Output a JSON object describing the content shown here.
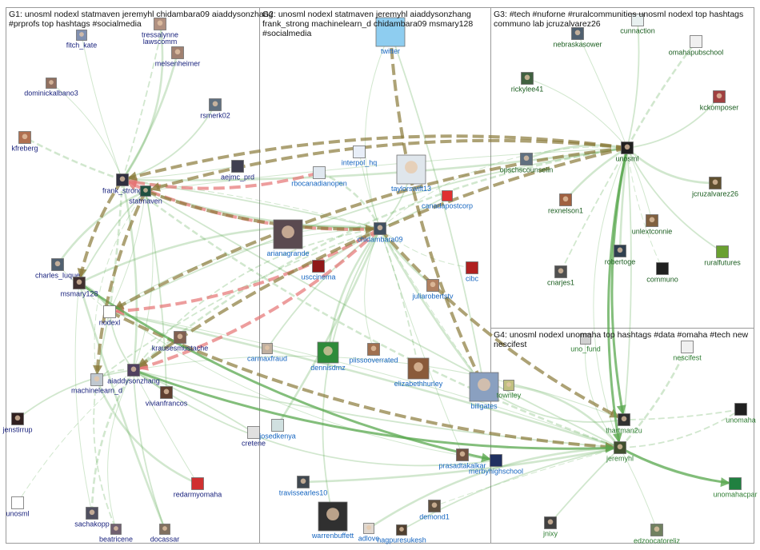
{
  "groups": [
    {
      "id": "G1",
      "lines": [
        "G1: unosml nodexl statmaven jeremyhl chidambara09 aiaddysonzhang",
        "#prprofs top hashtags #socialmedia"
      ]
    },
    {
      "id": "G2",
      "lines": [
        "G2: unosml nodexl statmaven jeremyhl aiaddysonzhang",
        "frank_strong machinelearn_d chidambara09 msmary128",
        "#socialmedia"
      ]
    },
    {
      "id": "G3",
      "lines": [
        "G3: #tech #nuforne #ruralcommunities unosml nodexl top hashtags",
        "communo lab jcruzalvarez26"
      ]
    },
    {
      "id": "G4",
      "lines": [
        "G4: unosml nodexl unomaha top hashtags #data #omaha #tech new",
        "nescifest"
      ]
    }
  ],
  "colors": {
    "g1_label": "#1a237e",
    "g2_label": "#1565c0",
    "g3_label": "#1b5e20",
    "g4_label": "#2e7d32",
    "edge_green": "#5aa84f",
    "edge_brown": "#8a7a3a",
    "edge_red": "#e57373",
    "frame": "#9a9a9a"
  },
  "nodes": [
    {
      "label": "tressalynne",
      "icon": "tressalynne-avatar",
      "group": "G1",
      "img": "#b09080"
    },
    {
      "label": "fitch_kate",
      "icon": "fitch_kate-avatar",
      "group": "G1",
      "img": "#8090b0"
    },
    {
      "label": "lawscomm",
      "icon": "lawscomm-avatar",
      "group": "G1",
      "img": "#c0a080"
    },
    {
      "label": "melsenheimer",
      "icon": "melsenheimer-avatar",
      "group": "G1",
      "img": "#a08070"
    },
    {
      "label": "dominickalbano3",
      "icon": "dominickalbano3-avatar",
      "group": "G1",
      "img": "#907060"
    },
    {
      "label": "rsmerk02",
      "icon": "rsmerk02-avatar",
      "group": "G1",
      "img": "#607080"
    },
    {
      "label": "kfreberg",
      "icon": "kfreberg-avatar",
      "group": "G1",
      "img": "#b07050"
    },
    {
      "label": "aejmc_prd",
      "icon": "aejmc_prd-logo",
      "group": "G1",
      "img": "#404050"
    },
    {
      "label": "frank_strong",
      "icon": "frank_strong-avatar",
      "group": "G1",
      "img": "#303040"
    },
    {
      "label": "statmaven",
      "icon": "statmaven-avatar",
      "group": "G1",
      "img": "#205040"
    },
    {
      "label": "charles_luque",
      "icon": "charles_luque-avatar",
      "group": "G1",
      "img": "#506070"
    },
    {
      "label": "msmary128",
      "icon": "msmary128-avatar",
      "group": "G1",
      "img": "#403030"
    },
    {
      "label": "nodexl",
      "icon": "nodexl-logo",
      "group": "G1",
      "img": "#ffffff"
    },
    {
      "label": "krausesmustache",
      "icon": "krausesmustache-avatar",
      "group": "G1",
      "img": "#806050"
    },
    {
      "label": "aiaddysonzhang",
      "icon": "aiaddysonzhang-avatar",
      "group": "G1",
      "img": "#504060"
    },
    {
      "label": "machinelearn_d",
      "icon": "machinelearn_d-avatar",
      "group": "G1",
      "img": "#c0c8d0"
    },
    {
      "label": "vivianfrancos",
      "icon": "vivianfrancos-avatar",
      "group": "G1",
      "img": "#604030"
    },
    {
      "label": "jenstirrup",
      "icon": "jenstirrup-avatar",
      "group": "G1",
      "img": "#302020"
    },
    {
      "label": "cretene",
      "icon": "cretene-logo",
      "group": "G1",
      "img": "#e0e0e0"
    },
    {
      "label": "redarmyomaha",
      "icon": "redarmyomaha-logo",
      "group": "G1",
      "img": "#d03030"
    },
    {
      "label": "unosml",
      "icon": "unosml-outline",
      "group": "G1",
      "img": "#ffffff"
    },
    {
      "label": "sachakopp",
      "icon": "sachakopp-avatar",
      "group": "G1",
      "img": "#505060"
    },
    {
      "label": "beatricene",
      "icon": "beatricene-avatar",
      "group": "G1",
      "img": "#706070"
    },
    {
      "label": "docassar",
      "icon": "docassar-avatar",
      "group": "G1",
      "img": "#807060"
    },
    {
      "label": "twitter",
      "icon": "twitter-bird-icon",
      "group": "G2",
      "img": "#8ecdf0"
    },
    {
      "label": "rbocanadianopen",
      "icon": "rbocanadianopen-logo",
      "group": "G2",
      "img": "#e0e8f0"
    },
    {
      "label": "interpol_hq",
      "icon": "interpol_hq-logo",
      "group": "G2",
      "img": "#e8eef8"
    },
    {
      "label": "taylorswift13",
      "icon": "taylorswift13-avatar",
      "group": "G2",
      "img": "#dfe6ec"
    },
    {
      "label": "canadapostcorp",
      "icon": "canadapostcorp-logo",
      "group": "G2",
      "img": "#e03030"
    },
    {
      "label": "arianagrande",
      "icon": "arianagrande-avatar",
      "group": "G2",
      "img": "#5a4a50"
    },
    {
      "label": "chidambara09",
      "icon": "chidambara09-avatar",
      "group": "G2",
      "img": "#405060"
    },
    {
      "label": "usccinema",
      "icon": "usccinema-logo",
      "group": "G2",
      "img": "#901818"
    },
    {
      "label": "cibc",
      "icon": "cibc-logo",
      "group": "G2",
      "img": "#b02020"
    },
    {
      "label": "juliarobertstv",
      "icon": "juliarobertstv-avatar",
      "group": "G2",
      "img": "#b08060"
    },
    {
      "label": "carmaxfraud",
      "icon": "carmaxfraud-avatar",
      "group": "G2",
      "img": "#c0b0a0"
    },
    {
      "label": "dennisdmz",
      "icon": "dennisdmz-avatar",
      "group": "G2",
      "img": "#2e8b3a"
    },
    {
      "label": "piissooverrated",
      "icon": "piissooverrated-avatar",
      "group": "G2",
      "img": "#a07050"
    },
    {
      "label": "elizabethhurley",
      "icon": "elizabethhurley-avatar",
      "group": "G2",
      "img": "#8a5a3a"
    },
    {
      "label": "billgates",
      "icon": "billgates-avatar",
      "group": "G2",
      "img": "#8aa0c0"
    },
    {
      "label": "josedkenya",
      "icon": "josedkenya-logo",
      "group": "G2",
      "img": "#d0e0e0"
    },
    {
      "label": "prasadtakalkar",
      "icon": "prasadtakalkar-avatar",
      "group": "G2",
      "img": "#705040"
    },
    {
      "label": "travissearles10",
      "icon": "travissearles10-avatar",
      "group": "G2",
      "img": "#404850"
    },
    {
      "label": "demond1",
      "icon": "demond1-avatar",
      "group": "G2",
      "img": "#605040"
    },
    {
      "label": "warrenbuffett",
      "icon": "warrenbuffett-avatar",
      "group": "G2",
      "img": "#303030"
    },
    {
      "label": "adlove",
      "icon": "adlove-avatar",
      "group": "G2",
      "img": "#e0d8d0"
    },
    {
      "label": "nagpuresukesh",
      "icon": "nagpuresukesh-avatar",
      "group": "G2",
      "img": "#504030"
    },
    {
      "label": "merbyhighschool",
      "icon": "merbyhighschool-logo",
      "group": "G2",
      "img": "#203060"
    },
    {
      "label": "cunnaction",
      "icon": "cunnaction-logo",
      "group": "G3",
      "img": "#e8f0f0"
    },
    {
      "label": "nebraskasower",
      "icon": "nebraskasower-avatar",
      "group": "G3",
      "img": "#506070"
    },
    {
      "label": "omahapubschool",
      "icon": "omahapubschool-logo",
      "group": "G3",
      "img": "#f0f0f0"
    },
    {
      "label": "rickylee41",
      "icon": "rickylee41-avatar",
      "group": "G3",
      "img": "#406040"
    },
    {
      "label": "kckomposer",
      "icon": "kckomposer-avatar",
      "group": "G3",
      "img": "#a04040"
    },
    {
      "label": "opschscounselin",
      "icon": "opschscounselin-avatar",
      "group": "G3",
      "img": "#607080"
    },
    {
      "label": "unosml",
      "icon": "unosml-avatar",
      "group": "G3",
      "img": "#202020"
    },
    {
      "label": "jcruzalvarez26",
      "icon": "jcruzalvarez26-avatar",
      "group": "G3",
      "img": "#605030"
    },
    {
      "label": "rexnelson1",
      "icon": "rexnelson1-avatar",
      "group": "G3",
      "img": "#a06040"
    },
    {
      "label": "unlextconnie",
      "icon": "unlextconnie-avatar",
      "group": "G3",
      "img": "#806040"
    },
    {
      "label": "robertoge",
      "icon": "robertoge-avatar",
      "group": "G3",
      "img": "#304050"
    },
    {
      "label": "ruralfutures",
      "icon": "ruralfutures-logo",
      "group": "G3",
      "img": "#6aa030"
    },
    {
      "label": "cnarjes1",
      "icon": "cnarjes1-avatar",
      "group": "G3",
      "img": "#505050"
    },
    {
      "label": "communo",
      "icon": "communo-logo",
      "group": "G3",
      "img": "#202020"
    },
    {
      "label": "uno_fund",
      "icon": "uno_fund-logo",
      "group": "G4",
      "img": "#d0d0d0"
    },
    {
      "label": "nescifest",
      "icon": "nescifest-logo",
      "group": "G4",
      "img": "#f0f0f0"
    },
    {
      "label": "townley",
      "icon": "townley-avatar",
      "group": "G4",
      "img": "#c0c080"
    },
    {
      "label": "unomaha",
      "icon": "unomaha-logo",
      "group": "G4",
      "img": "#202020"
    },
    {
      "label": "thartman2u",
      "icon": "thartman2u-avatar",
      "group": "G4",
      "img": "#303030"
    },
    {
      "label": "jeremyhl",
      "icon": "jeremyhl-avatar",
      "group": "G4",
      "img": "#405030"
    },
    {
      "label": "unomahacpar",
      "icon": "unomahacpar-logo",
      "group": "G4",
      "img": "#208040"
    },
    {
      "label": "jnixy",
      "icon": "jnixy-avatar",
      "group": "G4",
      "img": "#404040"
    },
    {
      "label": "edzoocatoreliz",
      "icon": "edzoocatoreliz-avatar",
      "group": "G4",
      "img": "#708060"
    }
  ],
  "edges": [
    [
      "frank_strong",
      "chidambara09"
    ],
    [
      "chidambara09",
      "frank_strong"
    ],
    [
      "statmaven",
      "chidambara09"
    ],
    [
      "chidambara09",
      "nodexl"
    ],
    [
      "chidambara09",
      "aiaddysonzhang"
    ],
    [
      "unosml",
      "frank_strong"
    ],
    [
      "unosml",
      "statmaven"
    ],
    [
      "unosml",
      "nodexl"
    ],
    [
      "unosml",
      "aiaddysonzhang"
    ],
    [
      "unosml",
      "jeremyhl"
    ],
    [
      "unosml",
      "thartman2u"
    ],
    [
      "unosml",
      "robertoge"
    ],
    [
      "unosml",
      "communo"
    ],
    [
      "unosml",
      "ruralfutures"
    ],
    [
      "unosml",
      "jcruzalvarez26"
    ],
    [
      "unosml",
      "unlextconnie"
    ],
    [
      "unosml",
      "cnarjes1"
    ],
    [
      "unosml",
      "rexnelson1"
    ],
    [
      "unosml",
      "rickylee41"
    ],
    [
      "unosml",
      "kckomposer"
    ],
    [
      "unosml",
      "omahapubschool"
    ],
    [
      "unosml",
      "nebraskasower"
    ],
    [
      "unosml",
      "cunnaction"
    ],
    [
      "unosml",
      "opschscounselin"
    ],
    [
      "unosml",
      "chidambara09"
    ],
    [
      "jeremyhl",
      "aiaddysonzhang"
    ],
    [
      "jeremyhl",
      "nodexl"
    ],
    [
      "jeremyhl",
      "unomahacpar"
    ],
    [
      "jeremyhl",
      "unomaha"
    ],
    [
      "jeremyhl",
      "townley"
    ],
    [
      "jeremyhl",
      "edzoocatoreliz"
    ],
    [
      "jeremyhl",
      "jnixy"
    ],
    [
      "jeremyhl",
      "nescifest"
    ],
    [
      "thartman2u",
      "aiaddysonzhang"
    ],
    [
      "billgates",
      "thartman2u"
    ],
    [
      "billgates",
      "chidambara09"
    ],
    [
      "chidambara09",
      "billgates"
    ],
    [
      "chidambara09",
      "carmaxfraud"
    ],
    [
      "chidambara09",
      "dennisdmz"
    ],
    [
      "chidambara09",
      "piissooverrated"
    ],
    [
      "chidambara09",
      "elizabethhurley"
    ],
    [
      "chidambara09",
      "usccinema"
    ],
    [
      "chidambara09",
      "arianagrande"
    ],
    [
      "chidambara09",
      "taylorswift13"
    ],
    [
      "chidambara09",
      "rbocanadianopen"
    ],
    [
      "chidambara09",
      "interpol_hq"
    ],
    [
      "chidambara09",
      "canadapostcorp"
    ],
    [
      "chidambara09",
      "juliarobertstv"
    ],
    [
      "chidambara09",
      "cibc"
    ],
    [
      "chidambara09",
      "warrenbuffett"
    ],
    [
      "chidambara09",
      "josedkenya"
    ],
    [
      "chidambara09",
      "prasadtakalkar"
    ],
    [
      "chidambara09",
      "machinelearn_d"
    ],
    [
      "chidambara09",
      "msmary128"
    ],
    [
      "twitter",
      "chidambara09"
    ],
    [
      "twitter",
      "billgates"
    ],
    [
      "nodexl",
      "frank_strong"
    ],
    [
      "nodexl",
      "statmaven"
    ],
    [
      "nodexl",
      "aiaddysonzhang"
    ],
    [
      "nodexl",
      "msmary128"
    ],
    [
      "nodexl",
      "charles_luque"
    ],
    [
      "nodexl",
      "machinelearn_d"
    ],
    [
      "aiaddysonzhang",
      "frank_strong"
    ],
    [
      "aiaddysonzhang",
      "statmaven"
    ],
    [
      "aiaddysonzhang",
      "machinelearn_d"
    ],
    [
      "aiaddysonzhang",
      "vivianfrancos"
    ],
    [
      "aiaddysonzhang",
      "redarmyomaha"
    ],
    [
      "aiaddysonzhang",
      "docassar"
    ],
    [
      "aiaddysonzhang",
      "sachakopp"
    ],
    [
      "aiaddysonzhang",
      "beatricene"
    ],
    [
      "aiaddysonzhang",
      "cretene"
    ],
    [
      "aiaddysonzhang",
      "krausesmustache"
    ],
    [
      "aiaddysonzhang",
      "unosml_g1"
    ],
    [
      "aiaddysonzhang",
      "jenstirrup"
    ],
    [
      "frank_strong",
      "tressalynne"
    ],
    [
      "frank_strong",
      "fitch_kate"
    ],
    [
      "frank_strong",
      "lawscomm"
    ],
    [
      "frank_strong",
      "melsenheimer"
    ],
    [
      "frank_strong",
      "dominickalbano3"
    ],
    [
      "frank_strong",
      "rsmerk02"
    ],
    [
      "frank_strong",
      "kfreberg"
    ],
    [
      "frank_strong",
      "aejmc_prd"
    ],
    [
      "statmaven",
      "msmary128"
    ],
    [
      "statmaven",
      "charles_luque"
    ],
    [
      "statmaven",
      "machinelearn_d"
    ],
    [
      "statmaven",
      "vivianfrancos"
    ],
    [
      "msmary128",
      "docassar"
    ],
    [
      "msmary128",
      "sachakopp"
    ],
    [
      "machinelearn_d",
      "beatricene"
    ],
    [
      "machinelearn_d",
      "redarmyomaha"
    ],
    [
      "nodexl",
      "jeremyhl"
    ],
    [
      "statmaven",
      "jeremyhl"
    ],
    [
      "frank_strong",
      "jeremyhl"
    ],
    [
      "msmary128",
      "merbyhighschool"
    ],
    [
      "aiaddysonzhang",
      "merbyhighschool"
    ],
    [
      "jeremyhl",
      "travissearles10"
    ],
    [
      "jeremyhl",
      "demond1"
    ],
    [
      "jeremyhl",
      "nagpuresukesh"
    ],
    [
      "jeremyhl",
      "adlove"
    ],
    [
      "uno_fund",
      "jeremyhl"
    ],
    [
      "unomaha",
      "thartman2u"
    ]
  ],
  "heavy_edges": [
    {
      "from": "chidambara09",
      "to": "frank_strong",
      "kind": "red"
    },
    {
      "from": "chidambara09",
      "to": "nodexl",
      "kind": "red"
    },
    {
      "from": "chidambara09",
      "to": "aiaddysonzhang",
      "kind": "red"
    },
    {
      "from": "rbocanadianopen",
      "to": "frank_strong",
      "kind": "red"
    },
    {
      "from": "unosml",
      "to": "frank_strong",
      "kind": "brown"
    },
    {
      "from": "unosml",
      "to": "statmaven",
      "kind": "brown"
    },
    {
      "from": "unosml",
      "to": "aiaddysonzhang",
      "kind": "brown"
    },
    {
      "from": "unosml",
      "to": "nodexl",
      "kind": "brown"
    },
    {
      "from": "statmaven",
      "to": "chidambara09",
      "kind": "brown"
    },
    {
      "from": "nodexl",
      "to": "jeremyhl",
      "kind": "brown"
    },
    {
      "from": "chidambara09",
      "to": "thartman2u",
      "kind": "brown"
    },
    {
      "from": "twitter",
      "to": "billgates",
      "kind": "brown"
    },
    {
      "from": "aiaddysonzhang",
      "to": "jeremyhl",
      "kind": "green"
    },
    {
      "from": "jeremyhl",
      "to": "unomahacpar",
      "kind": "green"
    },
    {
      "from": "unosml",
      "to": "jeremyhl",
      "kind": "green"
    },
    {
      "from": "unosml",
      "to": "thartman2u",
      "kind": "green"
    },
    {
      "from": "msmary128",
      "to": "merbyhighschool",
      "kind": "green"
    },
    {
      "from": "frank_strong",
      "to": "msmary128",
      "kind": "brown"
    },
    {
      "from": "statmaven",
      "to": "machinelearn_d",
      "kind": "brown"
    }
  ]
}
